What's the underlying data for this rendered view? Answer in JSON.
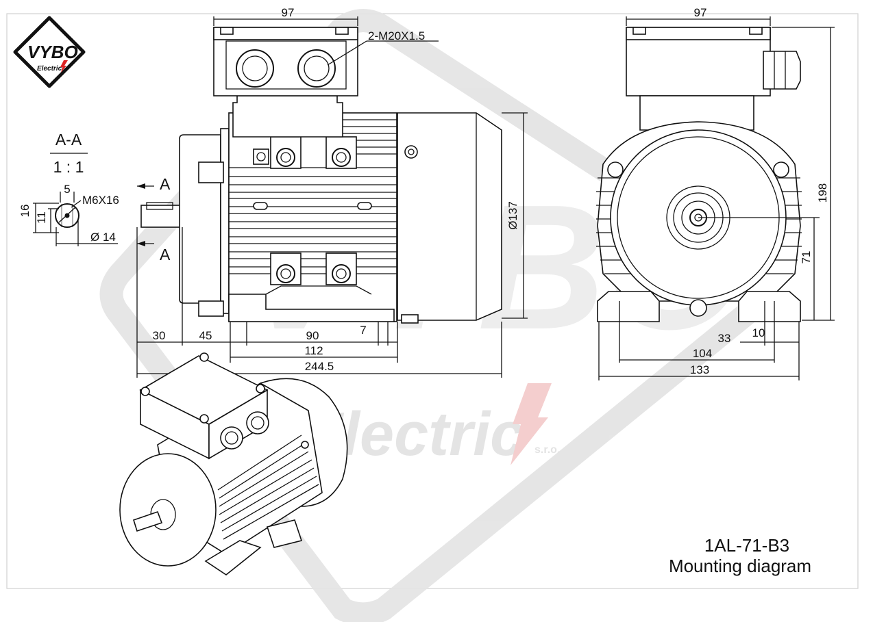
{
  "drawing": {
    "model": "1AL-71-B3",
    "caption": "Mounting diagram",
    "brand": {
      "logo_text": "VYBO",
      "logo_sub": "Electric",
      "watermark_main": "VYBO",
      "watermark_sub": "Electric",
      "watermark_suffix": "s.r.o."
    },
    "section": {
      "label": "A-A",
      "scale": "1 : 1",
      "arrow_label": "A"
    },
    "shaft": {
      "key_width": "5",
      "thread": "M6X16",
      "height_total": "16",
      "height_key": "11",
      "diameter": "Ø 14"
    },
    "front_view": {
      "terminal_box_width": "97",
      "cable_glands": "2-M20X1.5",
      "diameter": "Ø137",
      "dims_bottom": [
        "30",
        "45",
        "90",
        "7"
      ],
      "dim_112": "112",
      "dim_total": "244.5"
    },
    "side_view": {
      "terminal_box_width": "97",
      "height_total": "198",
      "shaft_height": "71",
      "foot_offset": "33",
      "foot_width": "10",
      "hole_spacing": "104",
      "foot_span": "133"
    }
  }
}
